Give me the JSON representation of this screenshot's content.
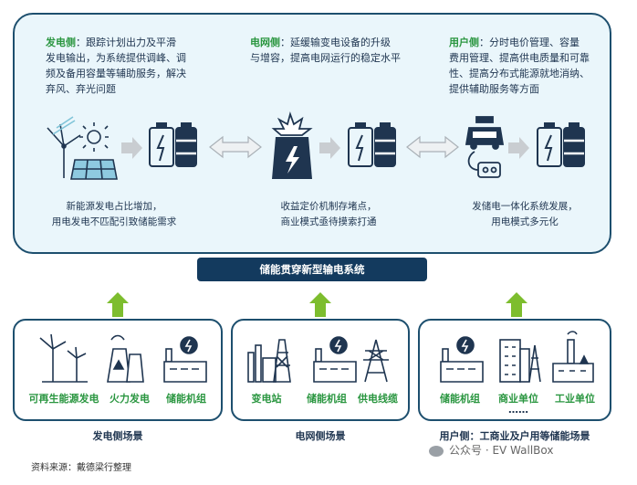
{
  "top": {
    "gen": {
      "head": "发电侧",
      "l1": "：跟踪计划出力及平滑",
      "l2": "发电输出，为系统提供调峰、调",
      "l3": "频及备用容量等辅助服务，解决",
      "l4": "弃风、弃光问题",
      "cap1": "新能源发电占比增加，",
      "cap2": "用电发电不匹配引致储能需求"
    },
    "grid": {
      "head": "电网侧",
      "l1": "：延缓输变电设备的升级",
      "l2": "与增容，提高电网运行的稳定水平",
      "cap1": "收益定价机制存堵点，",
      "cap2": "商业模式亟待摸索打通"
    },
    "user": {
      "head": "用户侧",
      "l1": "：分时电价管理、容量",
      "l2": "费用管理、提高供电质量和可靠",
      "l3": "性、提高分布式能源就地消纳、",
      "l4": "提供辅助服务等方面",
      "cap1": "发储电一体化系统发展，",
      "cap2": "用电模式多元化"
    }
  },
  "banner": "储能贯穿新型输电系统",
  "boxes": {
    "gen": {
      "items": [
        "可再生能源发电",
        "火力发电",
        "储能机组"
      ],
      "title": "发电侧场景"
    },
    "grid": {
      "items": [
        "变电站",
        "储能机组",
        "供电线缆"
      ],
      "title": "电网侧场景"
    },
    "user": {
      "items": [
        "储能机组",
        "商业单位",
        "工业单位"
      ],
      "more": "……",
      "title": "用户侧：工商业及户用等储能场景"
    }
  },
  "source": "资料来源：戴德梁行整理",
  "watermark": "公众号 · EV WallBox",
  "colors": {
    "navy": "#133a5e",
    "green": "#2a9640",
    "arrow_green": "#7dbd2e",
    "panel": "#eaf6fb"
  }
}
